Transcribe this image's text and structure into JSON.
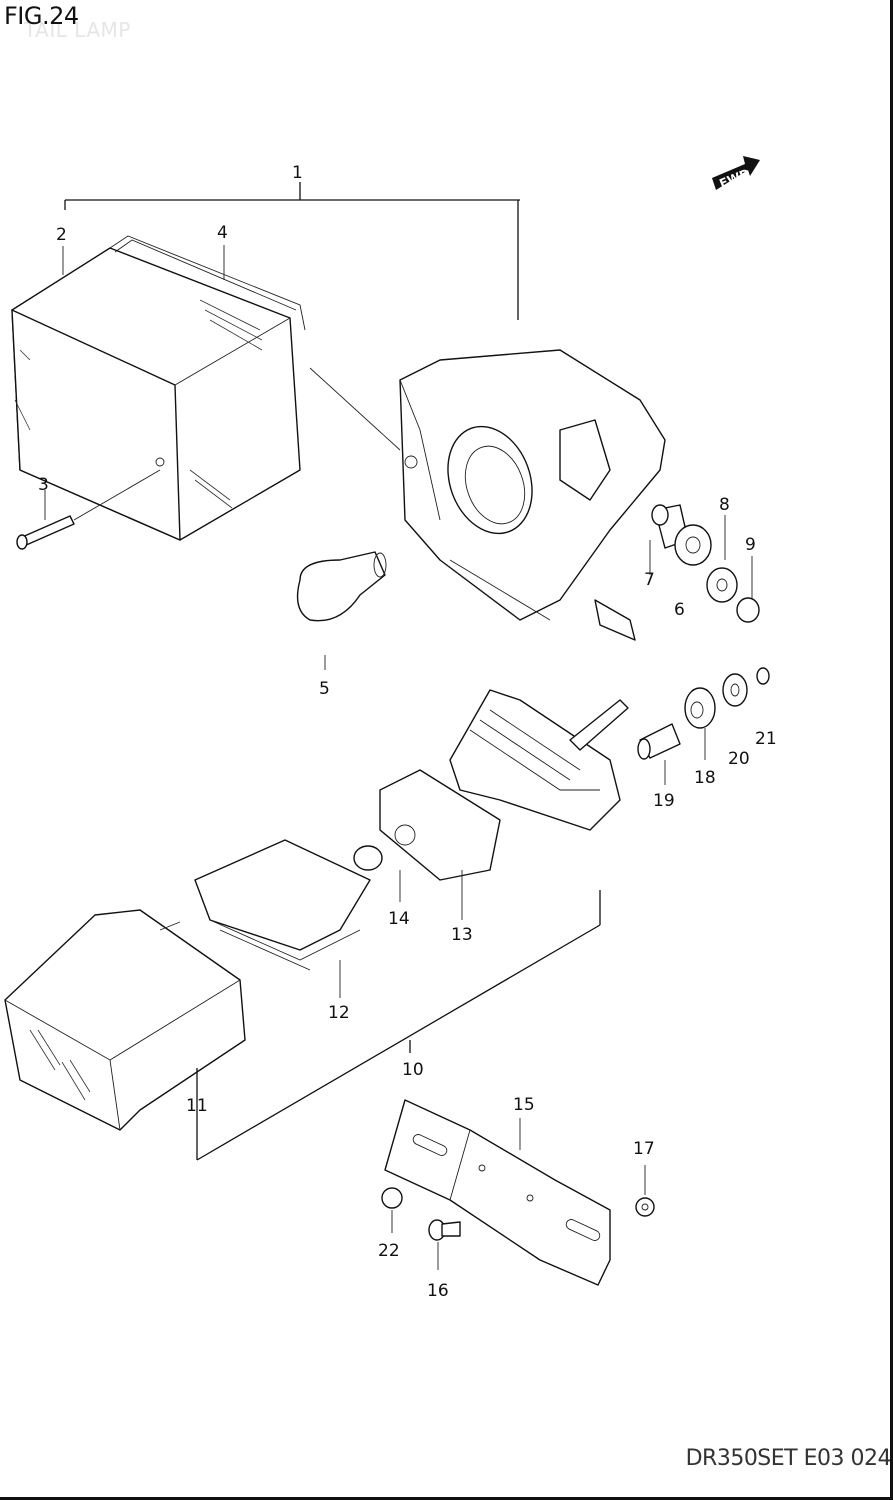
{
  "figure": {
    "title": "FIG.24",
    "subtitle": "TAIL LAMP",
    "footer_code": "DR350SET E03  024"
  },
  "direction_badge": {
    "label": "FWD",
    "icon": "fwd-arrow-icon"
  },
  "callouts": [
    "1",
    "2",
    "3",
    "4",
    "5",
    "6",
    "7",
    "8",
    "9",
    "10",
    "11",
    "12",
    "13",
    "14",
    "15",
    "16",
    "17",
    "18",
    "19",
    "20",
    "21",
    "22"
  ]
}
